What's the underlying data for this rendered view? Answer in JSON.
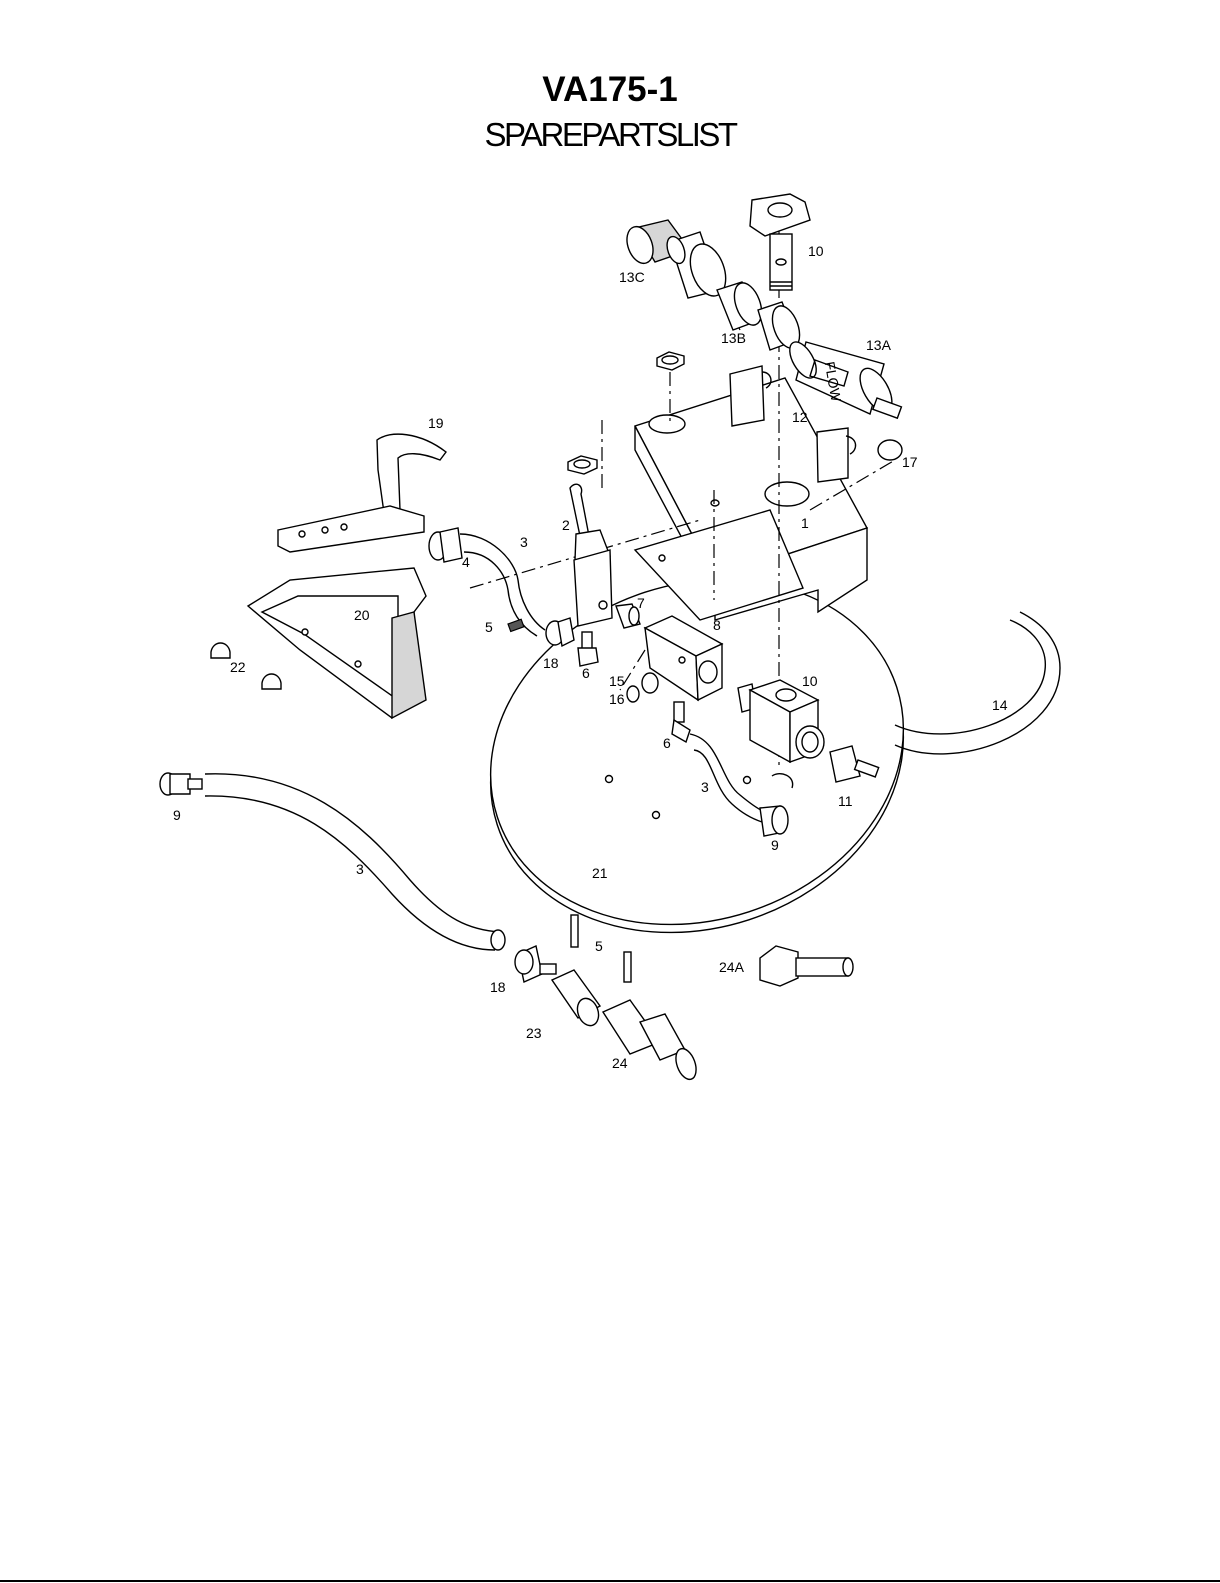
{
  "document": {
    "title": "VA175-1",
    "subtitle": "SPAREPARTSLIST"
  },
  "callouts": {
    "c1": "1",
    "c2": "2",
    "c3a": "3",
    "c3b": "3",
    "c3c": "3",
    "c4": "4",
    "c5a": "5",
    "c5b": "5",
    "c6a": "6",
    "c6b": "6",
    "c7": "7",
    "c8": "8",
    "c9a": "9",
    "c9b": "9",
    "c10a": "10",
    "c10b": "10",
    "c11": "11",
    "c12": "12",
    "c13a": "13A",
    "c13b": "13B",
    "c13c": "13C",
    "c14": "14",
    "c15": "15",
    "c16": "16",
    "c17": "17",
    "c18a": "18",
    "c18b": "18",
    "c19": "19",
    "c20": "20",
    "c21": "21",
    "c22": "22",
    "c23": "23",
    "c24": "24",
    "c24a": "24A",
    "flow": "FLOW"
  }
}
